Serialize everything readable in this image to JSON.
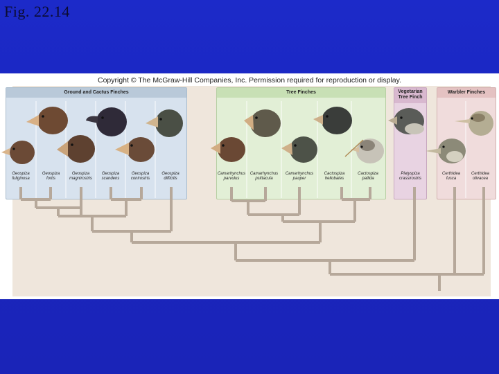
{
  "fig_label": "Fig. 22.14",
  "copyright": "Copyright © The McGraw-Hill Companies, Inc. Permission required for reproduction or display.",
  "groups": {
    "ground": "Ground and Cactus Finches",
    "tree": "Tree Finches",
    "vegetarian": "Vegetarian Tree Finch",
    "warbler": "Warbler Finches"
  },
  "species": [
    {
      "genus": "Geospiza",
      "epithet": "fuliginosa"
    },
    {
      "genus": "Geospiza",
      "epithet": "fortis"
    },
    {
      "genus": "Geospiza",
      "epithet": "magnirostris"
    },
    {
      "genus": "Geospiza",
      "epithet": "scandens"
    },
    {
      "genus": "Geospiza",
      "epithet": "conirostris"
    },
    {
      "genus": "Geospiza",
      "epithet": "difficilis"
    },
    {
      "genus": "Camarhynchus",
      "epithet": "parvulus"
    },
    {
      "genus": "Camarhynchus",
      "epithet": "psittacula"
    },
    {
      "genus": "Camarhynchus",
      "epithet": "pauper"
    },
    {
      "genus": "Cactospiza",
      "epithet": "heliobates"
    },
    {
      "genus": "Cactospiza",
      "epithet": "pallida"
    },
    {
      "genus": "Platyspiza",
      "epithet": "crassirostris"
    },
    {
      "genus": "Certhidea",
      "epithet": "fusca"
    },
    {
      "genus": "Certhidea",
      "epithet": "olivacea"
    }
  ]
}
